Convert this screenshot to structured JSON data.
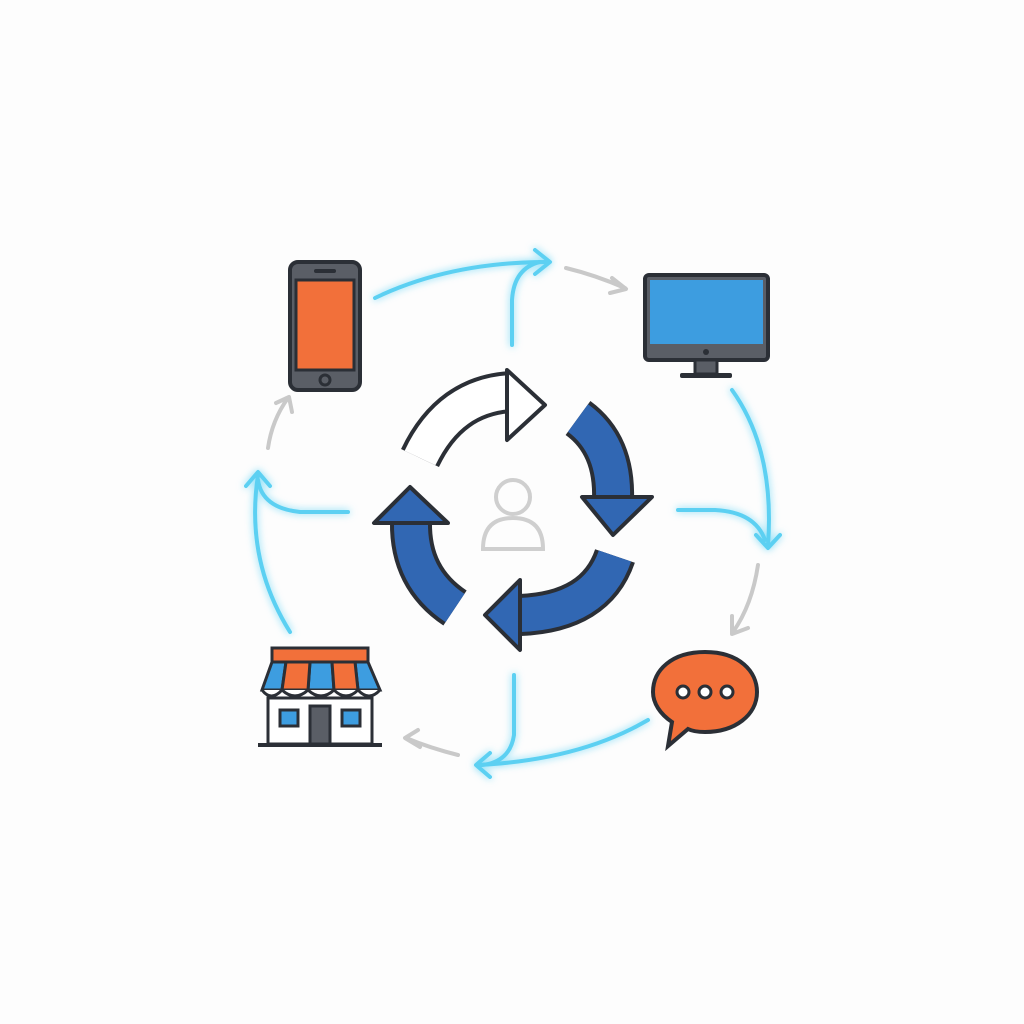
{
  "diagram": {
    "center_icon": "user-icon",
    "cycle_arrows": [
      "cycle-arrow-top",
      "cycle-arrow-right",
      "cycle-arrow-bottom",
      "cycle-arrow-left"
    ],
    "nodes": [
      {
        "icon": "smartphone-icon"
      },
      {
        "icon": "desktop-monitor-icon"
      },
      {
        "icon": "chat-bubble-icon"
      },
      {
        "icon": "storefront-icon"
      }
    ]
  },
  "colors": {
    "background": "#fdfdfd",
    "cycle_blue": "#3167b3",
    "outline": "#2b2f36",
    "connector_blue": "#5cd0f2",
    "connector_gray": "#c9c9c9",
    "orange": "#f2703a",
    "screen_blue": "#3d9de0",
    "user_gray": "#cfcfcf"
  }
}
